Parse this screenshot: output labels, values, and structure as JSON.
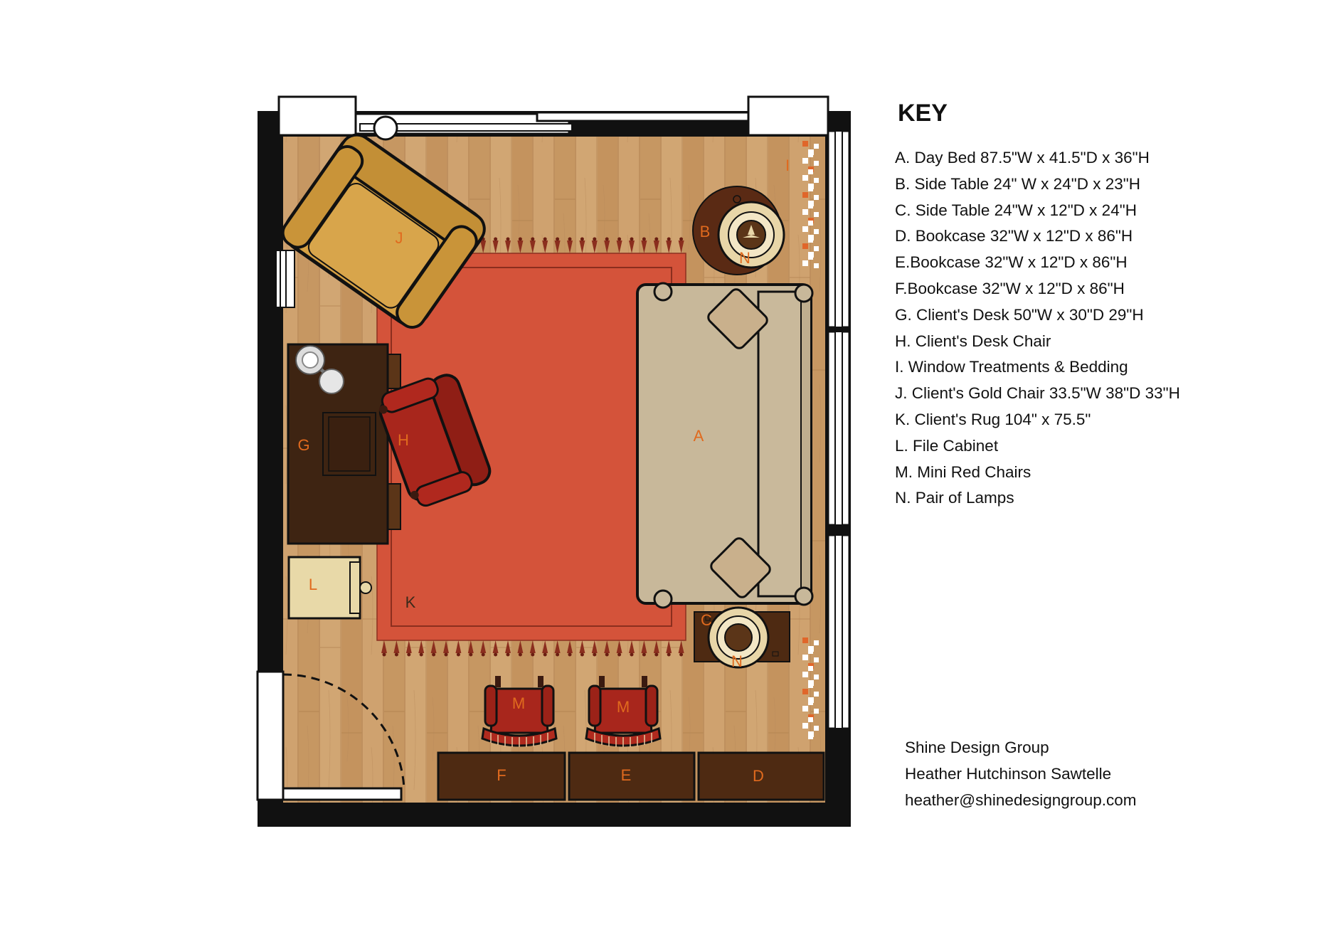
{
  "key": {
    "title": "KEY",
    "items": [
      {
        "letter": "A",
        "text": "A. Day Bed 87.5\"W x 41.5\"D x 36\"H"
      },
      {
        "letter": "B",
        "text": "B. Side Table 24\" W x 24\"D x 23\"H"
      },
      {
        "letter": "C",
        "text": "C. Side Table 24\"W x 12\"D x 24\"H"
      },
      {
        "letter": "D",
        "text": "D. Bookcase 32\"W x 12\"D x 86\"H"
      },
      {
        "letter": "E",
        "text": "E.Bookcase 32\"W x 12\"D x 86\"H"
      },
      {
        "letter": "F",
        "text": "F.Bookcase 32\"W x 12\"D x 86\"H"
      },
      {
        "letter": "G",
        "text": "G. Client's Desk 50\"W x 30\"D 29\"H"
      },
      {
        "letter": "H",
        "text": "H. Client's Desk Chair"
      },
      {
        "letter": "I",
        "text": "I. Window Treatments & Bedding"
      },
      {
        "letter": "J",
        "text": "J. Client's Gold Chair 33.5\"W 38\"D 33\"H"
      },
      {
        "letter": "K",
        "text": "K. Client's Rug 104\" x 75.5\""
      },
      {
        "letter": "L",
        "text": "L. File Cabinet"
      },
      {
        "letter": "M",
        "text": "M. Mini Red Chairs"
      },
      {
        "letter": "N",
        "text": "N. Pair of Lamps"
      }
    ]
  },
  "credits": {
    "company": "Shine Design Group",
    "designer": "Heather Hutchinson Sawtelle",
    "email": "heather@shinedesigngroup.com"
  },
  "plan_labels": {
    "A": "A",
    "B": "B",
    "C": "C",
    "D": "D",
    "E": "E",
    "F": "F",
    "G": "G",
    "H": "H",
    "I": "I",
    "J": "J",
    "K": "K",
    "L": "L",
    "M1": "M",
    "M2": "M",
    "N1": "N",
    "N2": "N"
  },
  "colors": {
    "wall": "#111111",
    "floor": "#c99a66",
    "rug": "#d4533a",
    "rug_fringe": "#8b2e1e",
    "daybed": "#c8b89a",
    "desk": "#3e2412",
    "gold_chair": "#d6a144",
    "red_chair": "#a8261c",
    "file_cabinet": "#e8d9a8",
    "bookcase": "#4e2a12",
    "label": "#e06a1e"
  }
}
